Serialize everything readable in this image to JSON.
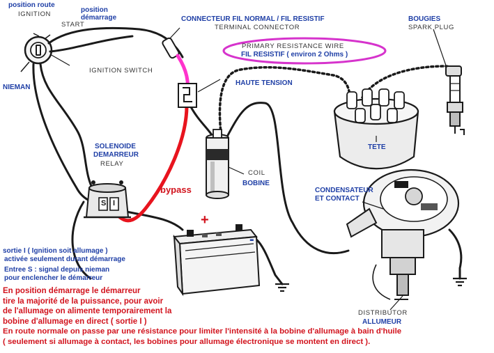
{
  "labels": {
    "position_route": "position route",
    "ignition": "IGNITION",
    "position_demarrage_1": "position",
    "position_demarrage_2": "démarrage",
    "start": "START",
    "nieman": "NIEMAN",
    "ignition_switch": "IGNITION SWITCH",
    "connecteur": "CONNECTEUR FIL NORMAL / FIL RESISTIF",
    "terminal_connector": "TERMINAL CONNECTOR",
    "primary_resistance_wire": "PRIMARY RESISTANCE WIRE",
    "fil_resistif": "FIL RESISTIF ( environ 2 Ohms )",
    "haute_tension": "HAUTE TENSION",
    "bougies": "BOUGIES",
    "spark_plug": "SPARK PLUG",
    "tete": "TETE",
    "solenoide_1": "SOLENOIDE",
    "solenoide_2": "DEMARREUR",
    "relay": "RELAY",
    "bypass": "bypass",
    "coil": "COIL",
    "bobine": "BOBINE",
    "condensateur_1": "CONDENSATEUR",
    "condensateur_2": "ET CONTACT",
    "solenoid_s": "S",
    "solenoid_i": "I",
    "plus": "+",
    "minus": "-",
    "distributor": "DISTRIBUTOR",
    "allumeur": "ALLUMEUR"
  },
  "notes": {
    "sortie_i_1": "sortie I ( Ignition soit allumage )",
    "sortie_i_2": "activée seulement durant démarrage",
    "entree_s_1": "Entree S : signal depuis nieman",
    "entree_s_2": "pour enclencher le démarreur",
    "red_1": "En position démarrage le démarreur",
    "red_2": "tire la majorité de la puissance, pour avoir",
    "red_3": "de l'allumage on alimente temporairement la",
    "red_4": "bobine d'allumage en direct ( sortie I )",
    "red_5": "En route normale on passe par une résistance pour limiter l'intensité à la bobine d'allumage à bain d'huile",
    "red_6": "( seulement si allumage à contact, les bobines pour allumage électronique se montent en direct )."
  },
  "colors": {
    "label_french": "#1f3fa6",
    "label_english": "#333333",
    "note_red": "#d2141e",
    "bypass_wire": "#e8141e",
    "resistive_wire": "#ff33cc",
    "highlight_ellipse": "#d633cc",
    "wire": "#1a1a1a"
  }
}
